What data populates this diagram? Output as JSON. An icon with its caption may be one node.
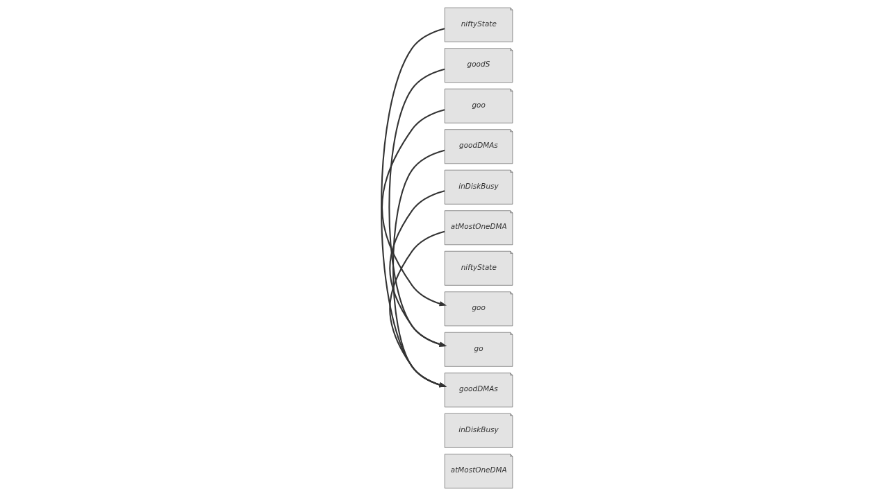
{
  "diagram": {
    "nodes": [
      {
        "text": [
          "niftyState"
        ]
      },
      {
        "text": [
          "goodS"
        ]
      },
      {
        "text": [
          "goo"
        ]
      },
      {
        "text": [
          "goodDMAs"
        ]
      },
      {
        "text": [
          "inDiskBusy"
        ]
      },
      {
        "text": [
          "atMostOneDMA"
        ]
      },
      {
        "text": [
          "niftyState"
        ]
      },
      {
        "text": [
          "goo"
        ]
      },
      {
        "text": [
          "go"
        ]
      },
      {
        "text": [
          "goodDMAs"
        ]
      },
      {
        "text": [
          "inDiskBusy"
        ]
      },
      {
        "text": [
          "atMostOneDMA"
        ]
      }
    ],
    "edges": [
      {
        "from": 0,
        "to": 9,
        "arrow": "to"
      },
      {
        "from": 3,
        "to": 9,
        "arrow": "to"
      },
      {
        "from": 2,
        "to": 7,
        "arrow": "to"
      },
      {
        "from": 1,
        "to": 8,
        "arrow": "to"
      },
      {
        "from": 4,
        "to": 8,
        "arrow": "to"
      },
      {
        "from": 5,
        "to": 9,
        "arrow": "to"
      }
    ]
  }
}
